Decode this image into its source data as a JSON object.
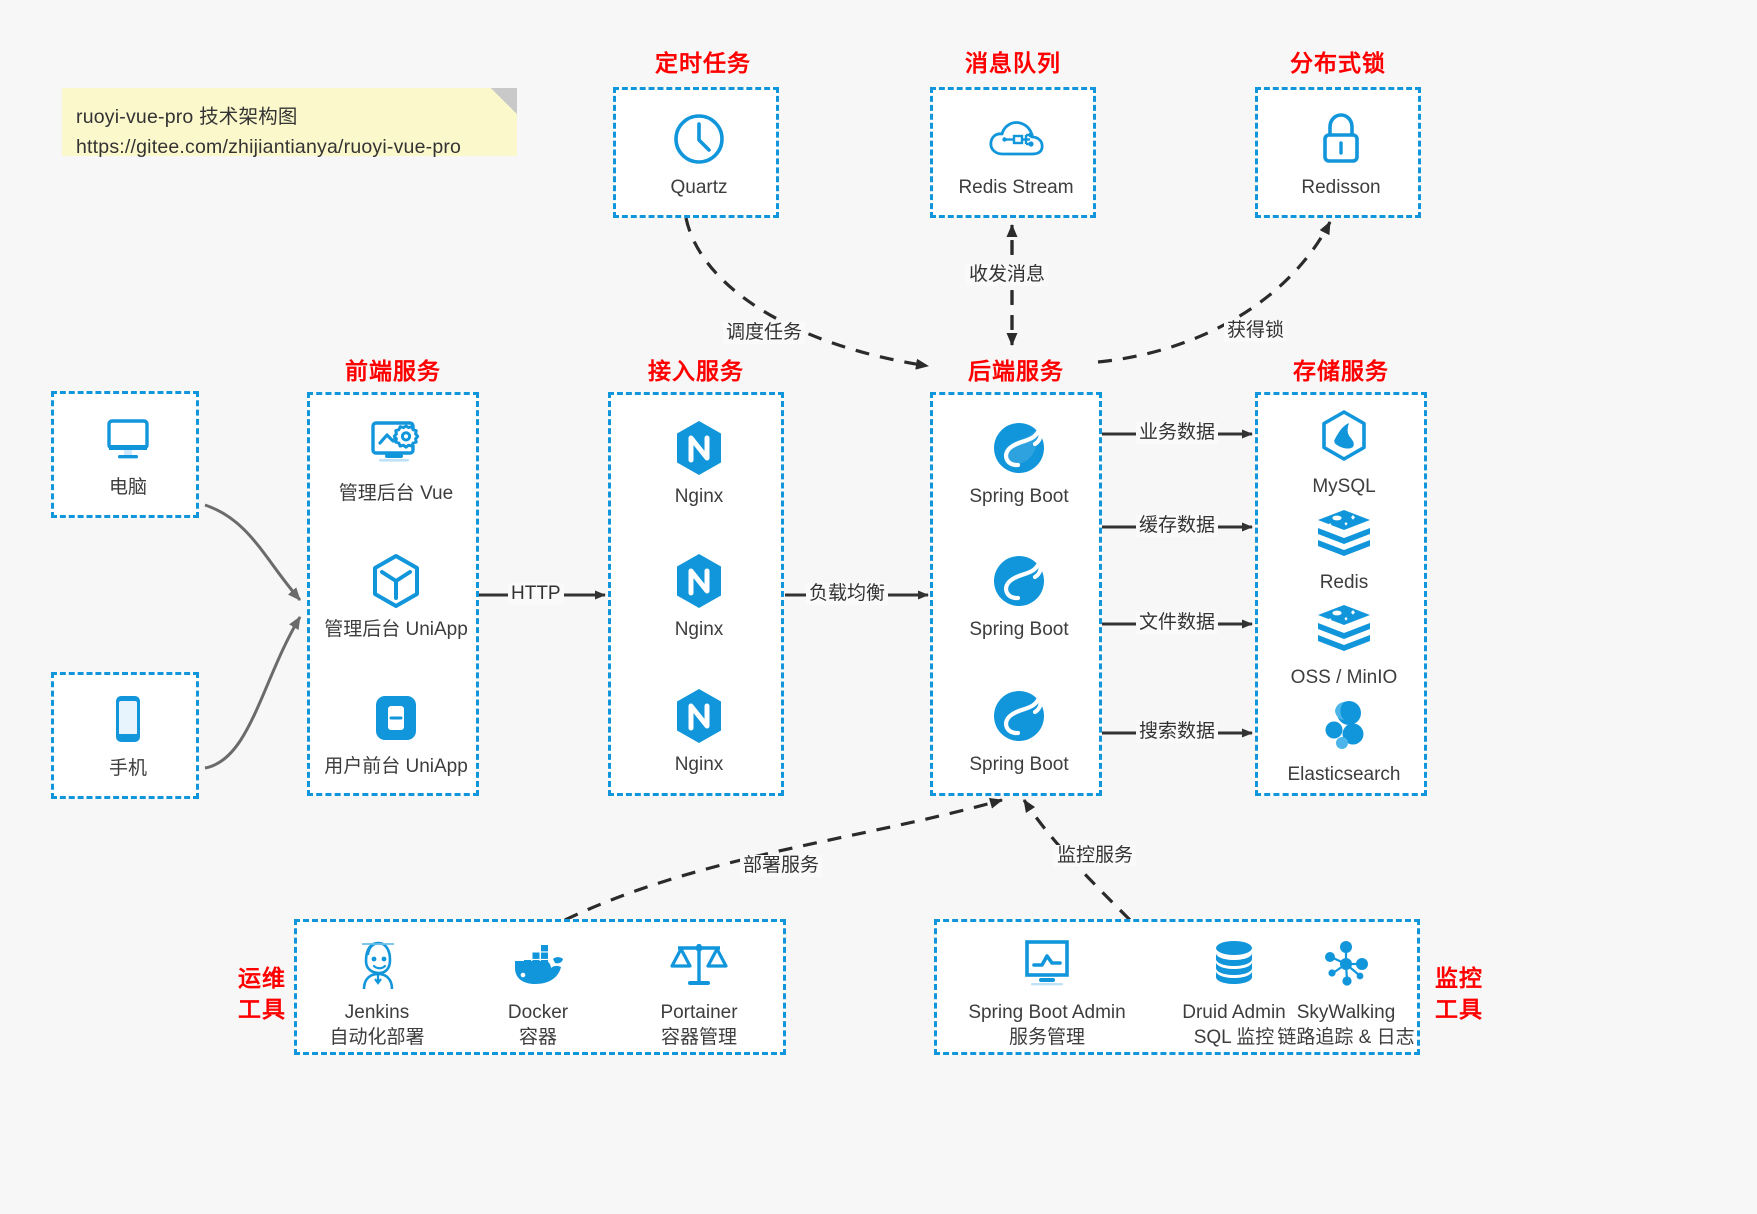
{
  "note": {
    "line1": "ruoyi-vue-pro 技术架构图",
    "line2": "https://gitee.com/zhijiantianya/ruoyi-vue-pro"
  },
  "colors": {
    "accent": "#1296db",
    "title": "#ff0000",
    "note_bg": "#fbf8cc",
    "canvas": "#f7f7f7",
    "arrow": "#333333",
    "client_arrow": "#6b6b6b"
  },
  "groups": {
    "scheduler": {
      "title": "定时任务",
      "nodes": [
        {
          "icon": "clock-icon",
          "label": "Quartz"
        }
      ]
    },
    "mq": {
      "title": "消息队列",
      "nodes": [
        {
          "icon": "cloud-stream-icon",
          "label": "Redis Stream"
        }
      ]
    },
    "lock": {
      "title": "分布式锁",
      "nodes": [
        {
          "icon": "padlock-icon",
          "label": "Redisson"
        }
      ]
    },
    "clients": {
      "nodes": [
        {
          "icon": "desktop-icon",
          "label": "电脑"
        },
        {
          "icon": "mobile-icon",
          "label": "手机"
        }
      ]
    },
    "frontend": {
      "title": "前端服务",
      "nodes": [
        {
          "icon": "dashboard-gear-icon",
          "label": "管理后台 Vue"
        },
        {
          "icon": "cube-icon",
          "label": "管理后台 UniApp"
        },
        {
          "icon": "app-window-icon",
          "label": "用户前台 UniApp"
        }
      ]
    },
    "gateway": {
      "title": "接入服务",
      "nodes": [
        {
          "icon": "nginx-icon",
          "label": "Nginx"
        },
        {
          "icon": "nginx-icon",
          "label": "Nginx"
        },
        {
          "icon": "nginx-icon",
          "label": "Nginx"
        }
      ]
    },
    "backend": {
      "title": "后端服务",
      "nodes": [
        {
          "icon": "spring-leaf-icon",
          "label": "Spring Boot"
        },
        {
          "icon": "spring-leaf-icon",
          "label": "Spring Boot"
        },
        {
          "icon": "spring-leaf-icon",
          "label": "Spring Boot"
        }
      ]
    },
    "storage": {
      "title": "存储服务",
      "nodes": [
        {
          "icon": "mysql-dolphin-icon",
          "label": "MySQL"
        },
        {
          "icon": "redis-stack-icon",
          "label": "Redis"
        },
        {
          "icon": "redis-stack-icon",
          "label": "OSS / MinIO"
        },
        {
          "icon": "elasticsearch-icon",
          "label": "Elasticsearch"
        }
      ]
    },
    "devops": {
      "title_line1": "运维",
      "title_line2": "工具",
      "nodes": [
        {
          "icon": "jenkins-butler-icon",
          "label": "Jenkins",
          "sub": "自动化部署"
        },
        {
          "icon": "docker-whale-icon",
          "label": "Docker",
          "sub": "容器"
        },
        {
          "icon": "scales-icon",
          "label": "Portainer",
          "sub": "容器管理"
        }
      ]
    },
    "monitor": {
      "title_line1": "监控",
      "title_line2": "工具",
      "nodes": [
        {
          "icon": "monitor-chart-icon",
          "label": "Spring Boot Admin",
          "sub": "服务管理"
        },
        {
          "icon": "database-icon",
          "label": "Druid Admin",
          "sub": "SQL 监控"
        },
        {
          "icon": "skywalking-node-icon",
          "label": "SkyWalking",
          "sub": "链路追踪 & 日志"
        }
      ]
    }
  },
  "edges": {
    "http": "HTTP",
    "load_balance": "负载均衡",
    "schedule_task": "调度任务",
    "send_receive_message": "收发消息",
    "acquire_lock": "获得锁",
    "business_data": "业务数据",
    "cache_data": "缓存数据",
    "file_data": "文件数据",
    "search_data": "搜索数据",
    "deploy_service": "部署服务",
    "monitor_service": "监控服务"
  }
}
